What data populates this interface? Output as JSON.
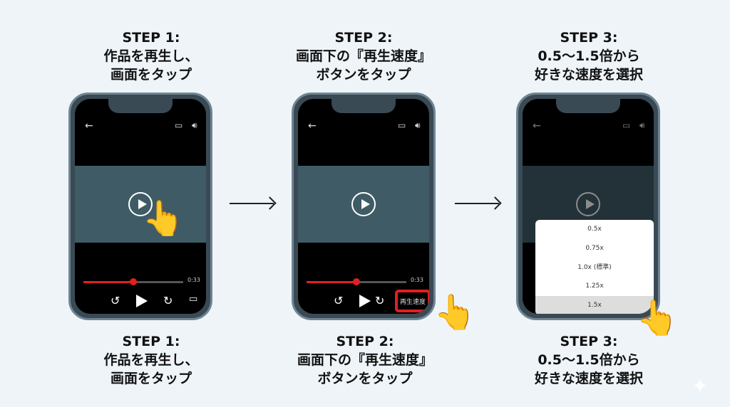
{
  "steps": [
    {
      "title": "STEP 1:",
      "line1": "作品を再生し、",
      "line2": "画面をタップ"
    },
    {
      "title": "STEP 2:",
      "line1": "画面下の『再生速度』",
      "line2": "ボタンをタップ"
    },
    {
      "title": "STEP 3:",
      "line1": "0.5〜1.5倍から",
      "line2": "好きな速度を選択"
    }
  ],
  "player": {
    "time": "0:33",
    "speed_button": "再生速度",
    "back_icon": "←",
    "cast_icon": "cast",
    "volume_icon": "speaker"
  },
  "speed_options": [
    "0.5x",
    "0.75x",
    "1.0x (標準)",
    "1.25x",
    "1.5x"
  ],
  "selected_speed": "1.5x",
  "colors": {
    "accent": "#e02020",
    "video": "#3f5b66"
  }
}
